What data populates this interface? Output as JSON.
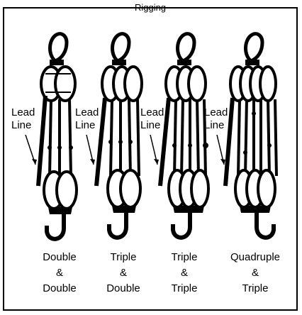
{
  "header_text": "Rigging",
  "blocks": [
    {
      "sheaves_top": "double",
      "sheaves_bottom": "double",
      "lead_label": [
        "Lead",
        "Line"
      ],
      "caption": [
        "Double",
        "&",
        "Double"
      ]
    },
    {
      "sheaves_top": "triple",
      "sheaves_bottom": "double",
      "lead_label": [
        "Lead",
        "Line"
      ],
      "caption": [
        "Triple",
        "&",
        "Double"
      ]
    },
    {
      "sheaves_top": "triple",
      "sheaves_bottom": "triple",
      "lead_label": [
        "Lead",
        "Line"
      ],
      "caption": [
        "Triple",
        "&",
        "Triple"
      ]
    },
    {
      "sheaves_top": "quadruple",
      "sheaves_bottom": "triple",
      "lead_label": [
        "Lead",
        "Line"
      ],
      "caption": [
        "Quadruple",
        "&",
        "Triple"
      ]
    }
  ]
}
